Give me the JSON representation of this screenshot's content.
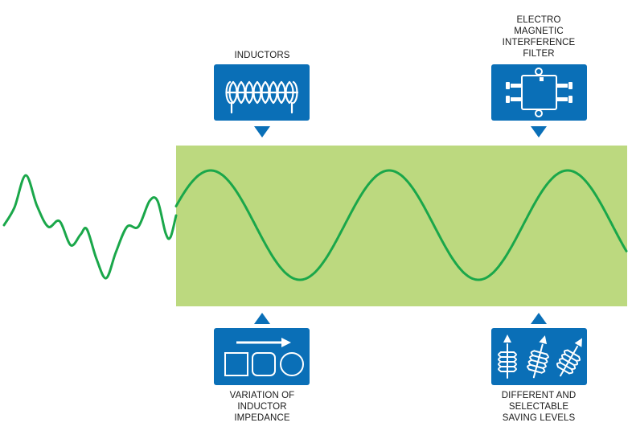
{
  "labels": {
    "top_left": [
      "INDUCTORS"
    ],
    "top_right": [
      "ELECTRO",
      "MAGNETIC",
      "INTERFERENCE",
      "FILTER"
    ],
    "bottom_left": [
      "VARIATION OF",
      "INDUCTOR",
      "IMPEDANCE"
    ],
    "bottom_right": [
      "DIFFERENT AND",
      "SELECTABLE",
      "SAVING LEVELS"
    ]
  },
  "icons": {
    "top_left": "inductor-coil-icon",
    "top_right": "emi-filter-icon",
    "bottom_left": "shapes-transition-icon",
    "bottom_right": "selectable-coils-icon"
  },
  "colors": {
    "band": "#bcd97f",
    "wave": "#1aa74a",
    "box": "#0a6fb7",
    "arrow": "#0a6fb7"
  }
}
